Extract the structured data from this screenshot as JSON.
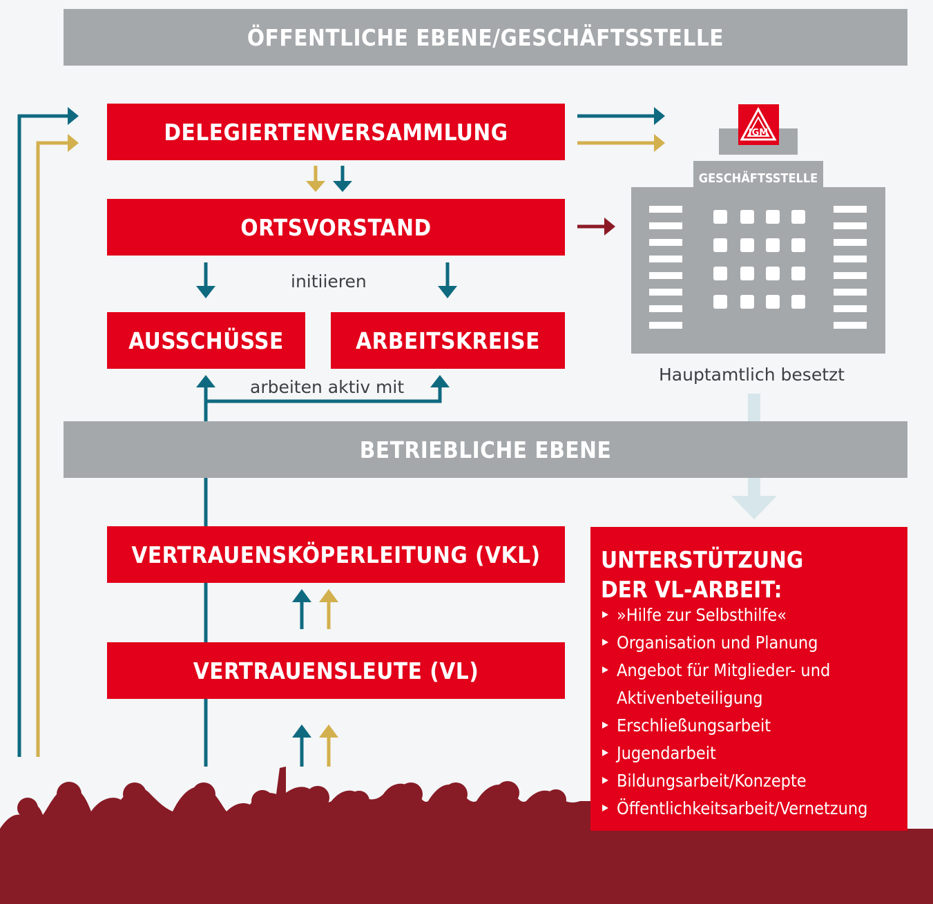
{
  "bands": {
    "top": "ÖFFENTLICHE EBENE/GESCHÄFTSSTELLE",
    "middle": "BETRIEBLICHE EBENE"
  },
  "boxes": {
    "delegiertenversammlung": "DELEGIERTENVERSAMMLUNG",
    "ortsvorstand": "ORTSVORSTAND",
    "ausschuesse": "AUSSCHÜSSE",
    "arbeitskreise": "ARBEITSKREISE",
    "vkl": "VERTRAUENSKÖPERLEITUNG (VKL)",
    "vl": "VERTRAUENSLEUTE (VL)"
  },
  "labels": {
    "initiieren": "initiieren",
    "arbeiten": "arbeiten aktiv mit",
    "hauptamtlich": "Hauptamtlich besetzt"
  },
  "building": {
    "label": "GESCHÄFTSSTELLE",
    "logo_text": "IGM"
  },
  "support": {
    "title_line1": "UNTERSTÜTZUNG",
    "title_line2": "DER VL-ARBEIT:",
    "items": [
      "»Hilfe zur Selbsthilfe«",
      "Organisation und Planung",
      "Angebot für Mitglieder- und Aktivenbeteiligung",
      "Erschließungsarbeit",
      "Jugendarbeit",
      "Bildungsarbeit/Konzepte",
      "Öffentlichkeitsarbeit/Vernetzung"
    ]
  },
  "colors": {
    "red": "#e2001a",
    "dark_red": "#8b1a24",
    "teal": "#0f6a80",
    "gold": "#d3b04e",
    "grey": "#a4a8ab",
    "light_blue": "#d6e6ea"
  }
}
